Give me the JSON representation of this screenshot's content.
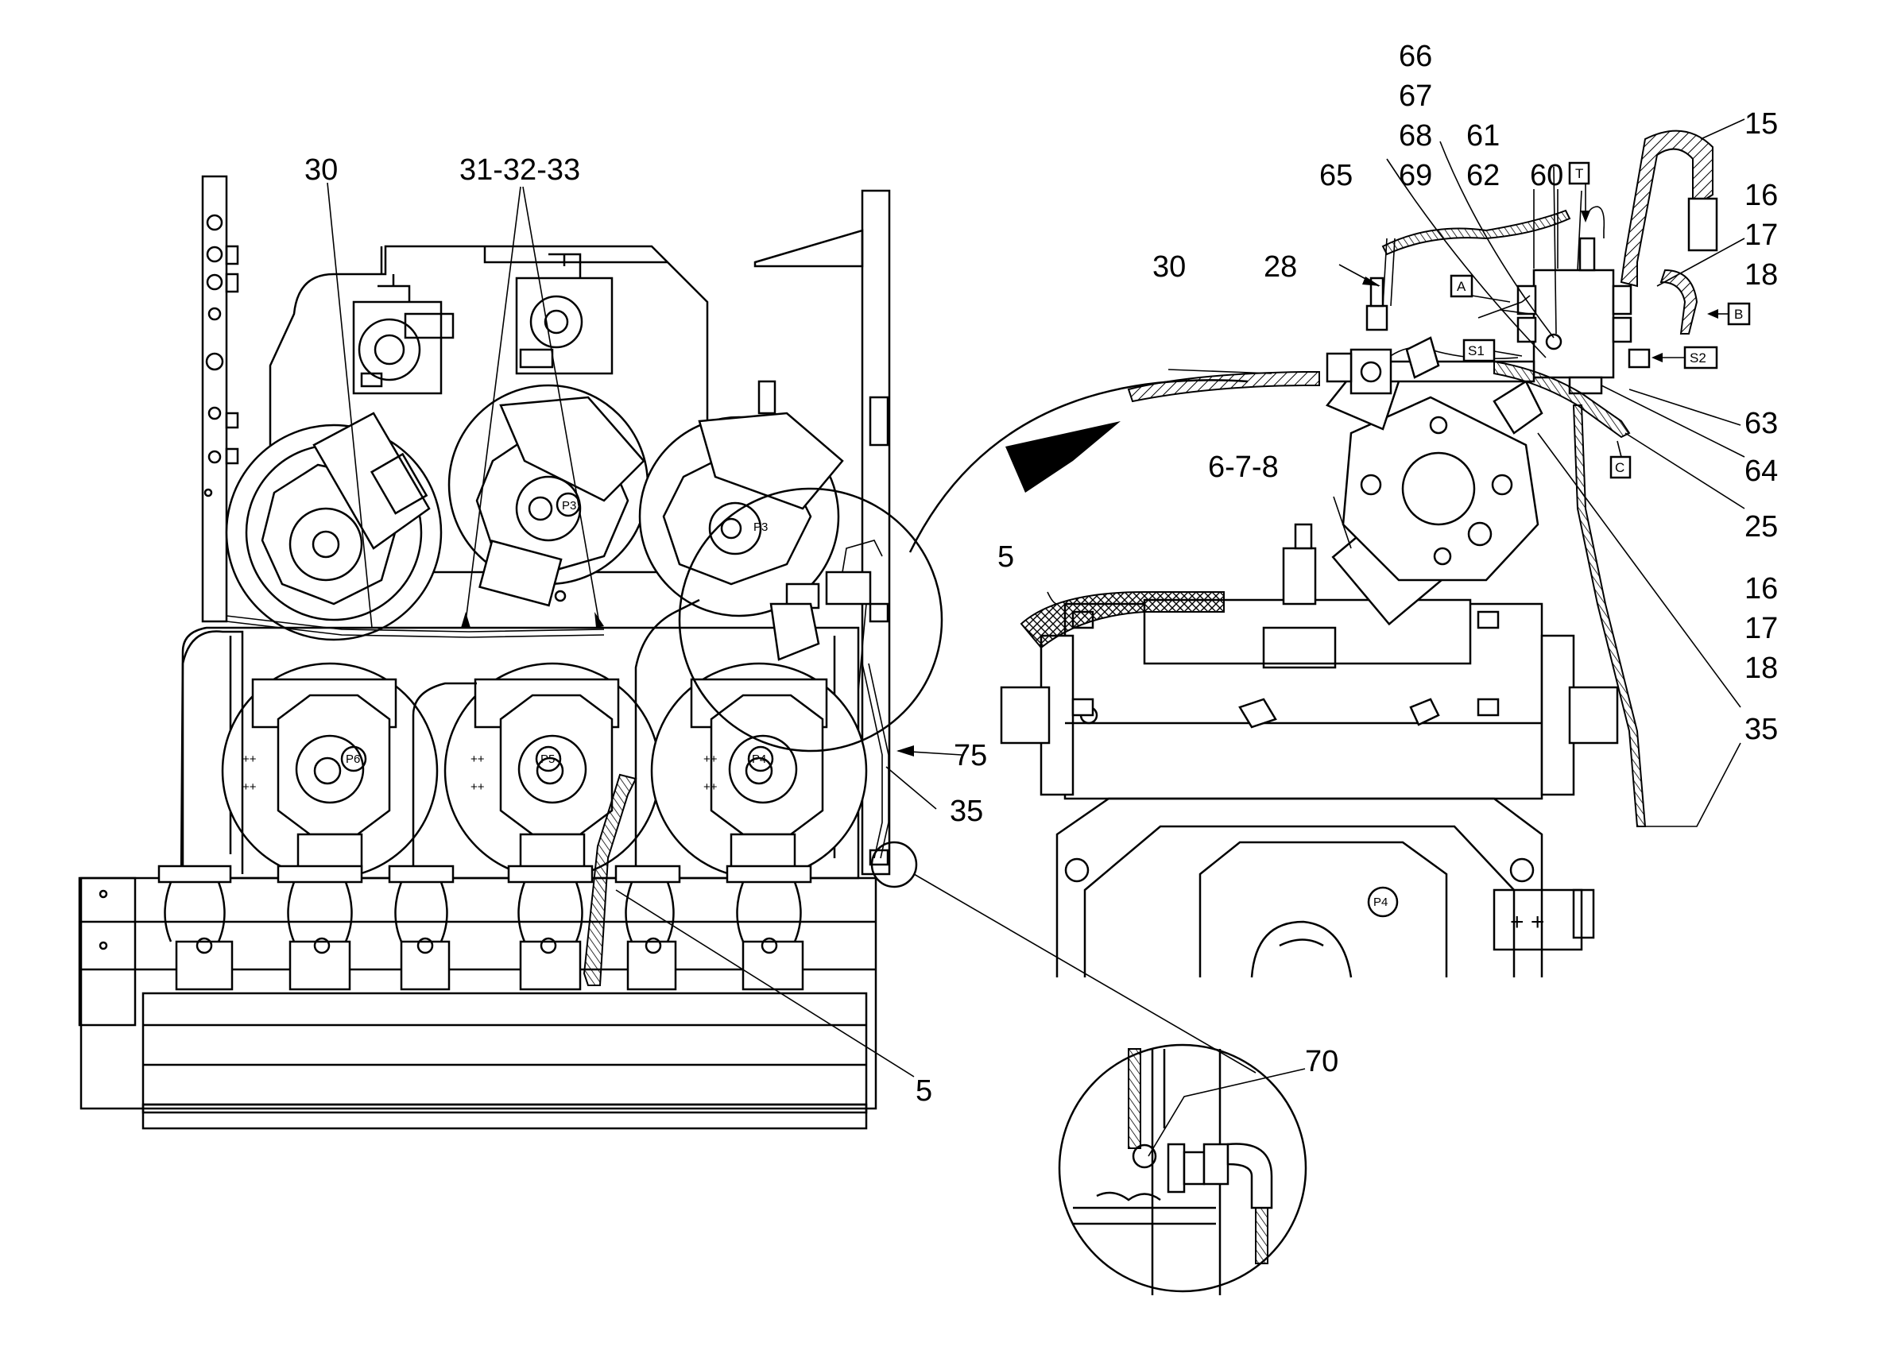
{
  "callouts": [
    {
      "id": "c-30a",
      "text": "30"
    },
    {
      "id": "c-31",
      "text": "31-32-33"
    },
    {
      "id": "c-75",
      "text": "75"
    },
    {
      "id": "c-35a",
      "text": "35"
    },
    {
      "id": "c-5a",
      "text": "5"
    },
    {
      "id": "c-66",
      "text": "66"
    },
    {
      "id": "c-67",
      "text": "67"
    },
    {
      "id": "c-68",
      "text": "68"
    },
    {
      "id": "c-69",
      "text": "69"
    },
    {
      "id": "c-61",
      "text": "61"
    },
    {
      "id": "c-62",
      "text": "62"
    },
    {
      "id": "c-60",
      "text": "60"
    },
    {
      "id": "c-65",
      "text": "65"
    },
    {
      "id": "c-15",
      "text": "15"
    },
    {
      "id": "c-16a",
      "text": "16"
    },
    {
      "id": "c-17a",
      "text": "17"
    },
    {
      "id": "c-18a",
      "text": "18"
    },
    {
      "id": "c-30b",
      "text": "30"
    },
    {
      "id": "c-28",
      "text": "28"
    },
    {
      "id": "c-63",
      "text": "63"
    },
    {
      "id": "c-64",
      "text": "64"
    },
    {
      "id": "c-25",
      "text": "25"
    },
    {
      "id": "c-678",
      "text": "6-7-8"
    },
    {
      "id": "c-16b",
      "text": "16"
    },
    {
      "id": "c-17b",
      "text": "17"
    },
    {
      "id": "c-18b",
      "text": "18"
    },
    {
      "id": "c-5b",
      "text": "5"
    },
    {
      "id": "c-35b",
      "text": "35"
    },
    {
      "id": "c-70",
      "text": "70"
    }
  ],
  "port_tags": {
    "t": "T",
    "a": "A",
    "b": "B",
    "s1": "S1",
    "s2": "S2",
    "c": "C"
  },
  "pump_labels": {
    "p6": "P6",
    "p5": "P5",
    "p4": "P4",
    "p3": "P3",
    "p4detail": "P4"
  }
}
